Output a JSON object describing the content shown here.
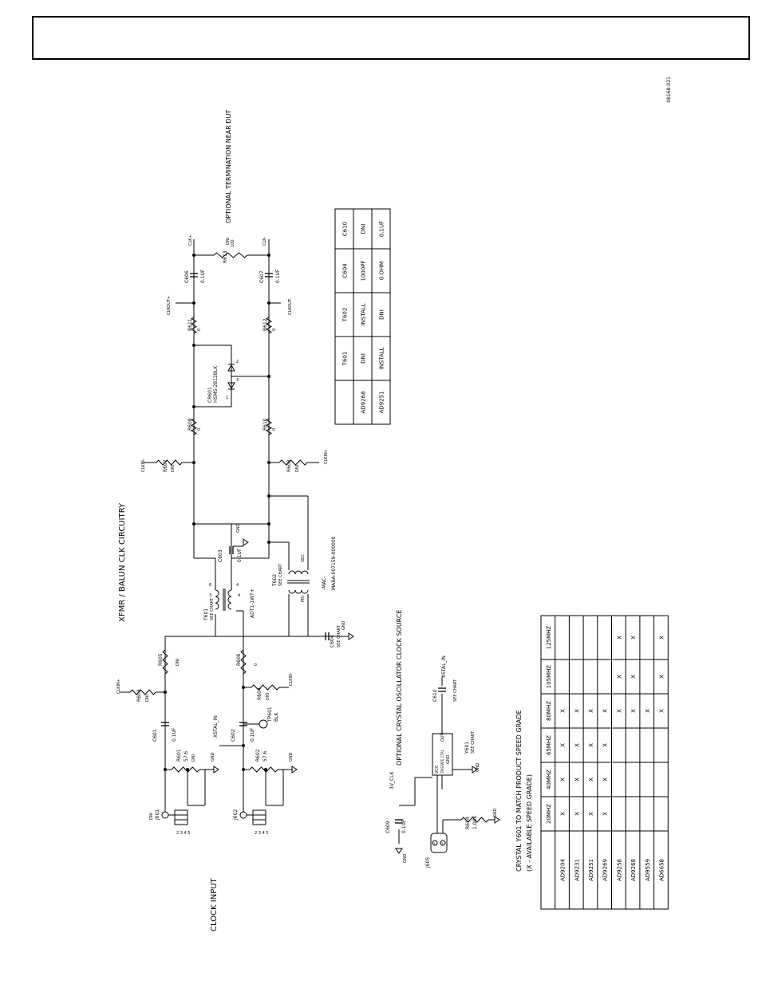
{
  "document": {
    "figure_id": "08168-021"
  },
  "sections": {
    "xfmr_title": "XFMR / BALUN CLK CIRCUITRY",
    "clock_input": "CLOCK INPUT",
    "optional_termination": "OPTIONAL TERMINATION NEAR DUT",
    "optional_crystal": "OPTIONAL CRYSTAL OSCILLATOR CLOCK SOURCE",
    "crystal_note_1": "CRYSTAL Y601 TO MATCH PRODUCT SPEED GRADE",
    "crystal_note_2": "(X - AVAILABLE SPEED GRADE)"
  },
  "config_table": {
    "headers": [
      "",
      "T601",
      "T602",
      "C604",
      "C610"
    ],
    "rows": [
      [
        "AD9268",
        "DNI",
        "INSTALL",
        "1000PF",
        "DNI"
      ],
      [
        "AD9251",
        "INSTALL",
        "DNI",
        "0 OHM",
        "0.1UF"
      ]
    ]
  },
  "speed_table": {
    "headers": [
      "",
      "20MHZ",
      "40MHZ",
      "65MHZ",
      "80MHZ",
      "105MHZ",
      "125MHZ"
    ],
    "rows": [
      [
        "AD9204",
        "X",
        "X",
        "X",
        "X",
        "",
        ""
      ],
      [
        "AD9231",
        "X",
        "X",
        "X",
        "X",
        "",
        ""
      ],
      [
        "AD9251",
        "X",
        "X",
        "X",
        "X",
        "",
        ""
      ],
      [
        "AD9269",
        "X",
        "X",
        "X",
        "X",
        "",
        ""
      ],
      [
        "AD9258",
        "",
        "",
        "",
        "X",
        "X",
        "X"
      ],
      [
        "AD9268",
        "",
        "",
        "",
        "X",
        "X",
        "X"
      ],
      [
        "AD9559",
        "",
        "",
        "",
        "X",
        "",
        ""
      ],
      [
        "AD6658",
        "",
        "",
        "",
        "X",
        "X",
        "X"
      ]
    ]
  },
  "labels": {
    "j601": "J601",
    "j601_dni": "DNI",
    "j602": "J602",
    "j605": "J605",
    "pins": "2 3 4 5",
    "r601": "R601",
    "r601_v": "57.6",
    "r601_dni": "DNI",
    "r602": "R602",
    "r602_v": "57.6",
    "r603": "R603",
    "r603_v": "DNI",
    "r604": "R604",
    "r604_v": "DNI",
    "r605": "R605",
    "r605_v": "DNI",
    "r606": "R606",
    "r606_v": "0",
    "r607": "R607",
    "r607_v": "DNI",
    "r608": "R608",
    "r608_v": "DNI",
    "r609": "R609",
    "r609_v": "0",
    "r610": "R610",
    "r610_v": "0",
    "r611": "R611",
    "r611_v": "0",
    "r612": "R612",
    "r612_v": "0",
    "r613": "R613",
    "r613_v": "100",
    "r613_dni": "DNI",
    "r614": "R614",
    "r614_v": "1.00K",
    "c601": "C601",
    "c601_v": "0.1UF",
    "c602": "C602",
    "c602_v": "0.1UF",
    "c603": "C603",
    "c603_v": "0.1UF",
    "c604": "C604",
    "c604_v": "SEE CHART",
    "c606": "C606",
    "c606_v": "0.1UF",
    "c607": "C607",
    "c607_v": "0.1UF",
    "c609": "C609",
    "c609_v": "0.1UF",
    "c610": "C610",
    "c610_v": "SEE CHART",
    "t601": "T601",
    "t601_see": "SEE CHART",
    "t601_part": "ADT1-1WT+",
    "t602": "T602",
    "t602_see": "SEE CHART",
    "t602_part": "MABA-007159-000000",
    "t602_pri": "PRI",
    "t602_sec": "SEC",
    "t602_mac": "-MAC-",
    "cr601": "CR601",
    "cr601_part": "HSMS-2812BLK",
    "tp601": "TP601",
    "tp601_c": "BLK",
    "y601": "Y601",
    "y601_see": "SEE CHART",
    "vcc": "VCC",
    "tri": "TRISTATE CTRL",
    "gnd_pin": "GND",
    "out": "OUT",
    "gnd": "GND",
    "clkin_p": "CLKIN+",
    "clkin_n": "CLKIN-",
    "clkout_p": "CLKOUT+",
    "clkout_n": "CLKOUT-",
    "clk_p": "CLK+",
    "clk_n": "CLK-",
    "xstal_in": "XSTAL_IN",
    "v_clk": "3V_CLK"
  }
}
